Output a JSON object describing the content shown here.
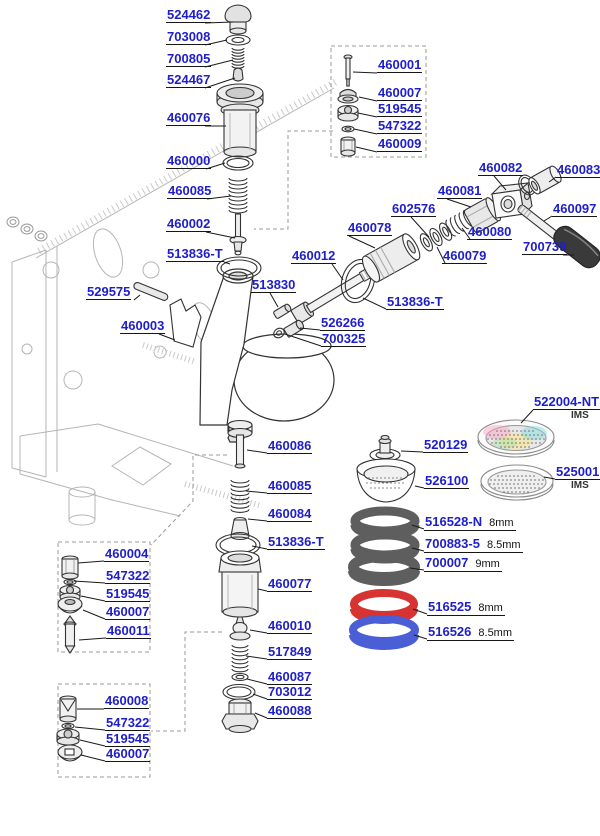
{
  "meta": {
    "accent_blue": "#1e1ecb",
    "gasket_gray": "#5e5e5e",
    "ring_red": "#d83333",
    "ring_blue": "#4a5fd6"
  },
  "labels": {
    "top_left": [
      "524462",
      "703008",
      "700805",
      "524467",
      "460076",
      "460000",
      "460085",
      "460002",
      "513836-T"
    ],
    "head": [
      "529575",
      "460003",
      "513830",
      "460012",
      "513836-T",
      "526266",
      "700325"
    ],
    "valve_kit_top": [
      "460001",
      "460007",
      "519545",
      "547322",
      "460009"
    ],
    "right_assembly": [
      "460078",
      "602576",
      "460081",
      "460082",
      "460083",
      "460080",
      "460079",
      "460097",
      "700739"
    ],
    "screens": [
      {
        "num": "522004-NT",
        "brand": "IMS"
      },
      {
        "num": "525001",
        "brand": "IMS"
      }
    ],
    "shower_parts": [
      "520129",
      "526100"
    ],
    "gaskets": [
      {
        "num": "516528-N",
        "size": "8mm"
      },
      {
        "num": "700883-5",
        "size": "8.5mm"
      },
      {
        "num": "700007",
        "size": "9mm"
      },
      {
        "num": "516525",
        "size": "8mm"
      },
      {
        "num": "516526",
        "size": "8.5mm"
      }
    ],
    "lower_column": [
      "460086",
      "460085",
      "460084",
      "513836-T",
      "460077",
      "460010",
      "517849",
      "460087",
      "703012",
      "460088"
    ],
    "kit_box_1": [
      "460004",
      "547322",
      "519545",
      "460007",
      "460011"
    ],
    "kit_box_2": [
      "460008",
      "547322",
      "519545",
      "460007"
    ]
  }
}
